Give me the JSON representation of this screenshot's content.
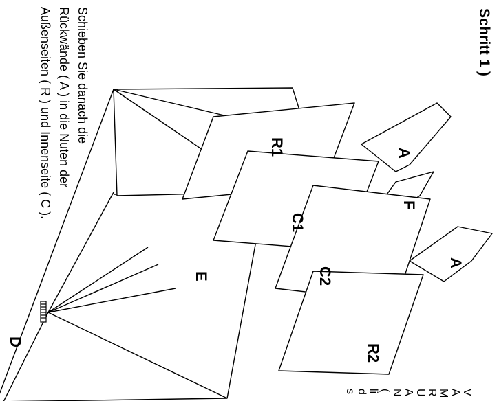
{
  "step": {
    "title": "Schritt 1 )"
  },
  "instructions": {
    "lines": [
      "Schieben Sie danach die",
      "Rückwände ( A ) in die Nuten der",
      "Außenseiten ( R ) und Innenseite ( C )."
    ]
  },
  "parts": {
    "A1": "A",
    "A2": "A",
    "F": "F",
    "R1": "R1",
    "R2": "R2",
    "C1": "C1",
    "C2": "C2",
    "E": "E",
    "D": "D"
  },
  "cut_text": {
    "lines": [
      "V",
      "A",
      "M",
      "R",
      "U",
      "A",
      "N",
      "(",
      "li",
      "d",
      "s"
    ]
  },
  "colors": {
    "ink": "#000000",
    "paper": "#ffffff"
  }
}
